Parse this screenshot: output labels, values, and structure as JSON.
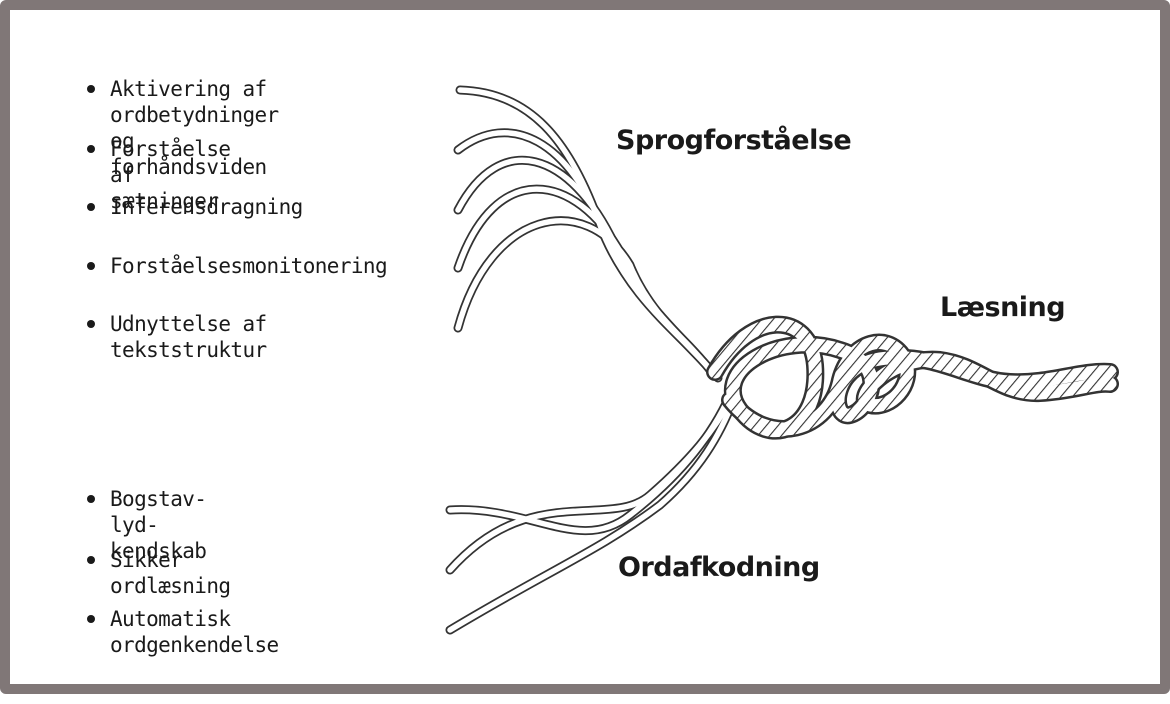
{
  "language_comprehension": {
    "title": "Sprogforståelse",
    "items": [
      "Aktivering af ordbetydninger\nog forhåndsviden",
      "Forståelse af sætninger",
      "Inferensdragning",
      "Forståelsesmonitonering",
      "Udnyttelse af tekststruktur"
    ]
  },
  "word_decoding": {
    "title": "Ordafkodning",
    "items": [
      "Bogstav-lyd-kendskab",
      "Sikker ordlæsning",
      "Automatisk ordgenkendelse"
    ]
  },
  "reading": {
    "title": "Læsning"
  },
  "colors": {
    "frame": "#807777",
    "rope_stroke": "#333333",
    "rope_fill": "#ffffff",
    "text": "#1a1a1a"
  }
}
